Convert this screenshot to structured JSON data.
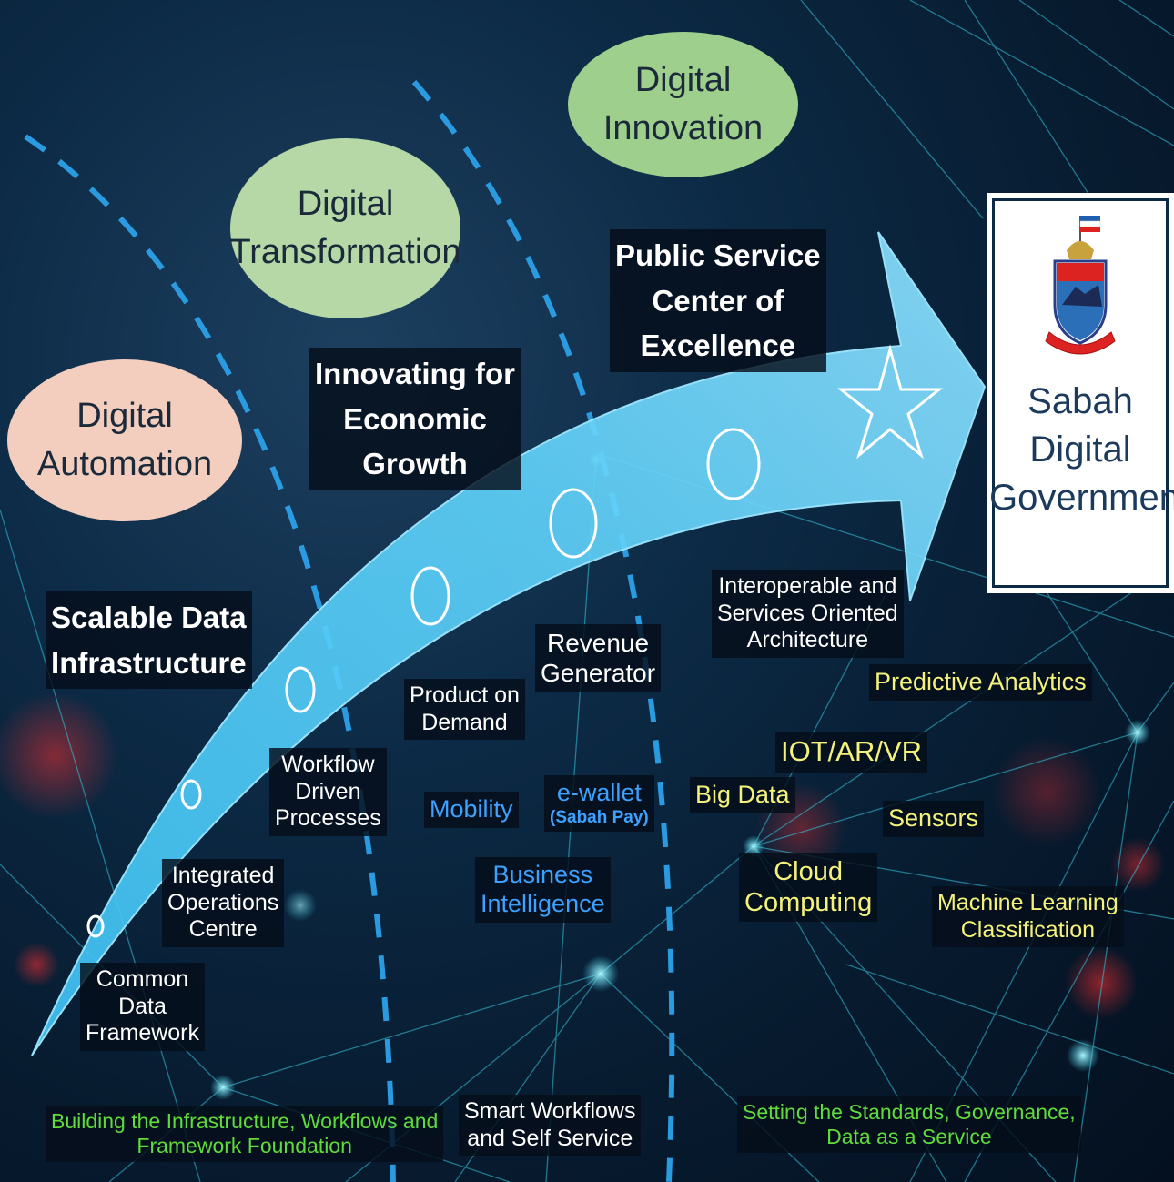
{
  "colors": {
    "arrow": "#3fc3f5",
    "arrow_light": "#8fe0ff",
    "dashed": "#2a9be0",
    "ellipse_automation": "#f3cdbd",
    "ellipse_transformation": "#b5d8a6",
    "ellipse_innovation": "#9fcf8c",
    "network_line": "#36c6dd",
    "label_yellow": "#f4f27a",
    "label_blue": "#3da1ff",
    "label_green": "#5fdc3c"
  },
  "phases": {
    "automation": "Digital\nAutomation",
    "transformation": "Digital\nTransformation",
    "innovation": "Digital\nInnovation"
  },
  "headings": {
    "scalable": "Scalable Data\nInfrastructure",
    "innovating": "Innovating for\nEconomic\nGrowth",
    "public_service": "Public Service\nCenter of\nExcellence"
  },
  "milestones": {
    "common_data": "Common\nData\nFramework",
    "integrated_ops": "Integrated\nOperations\nCentre",
    "workflow": "Workflow\nDriven\nProcesses",
    "product_demand": "Product on\nDemand",
    "revenue": "Revenue\nGenerator",
    "interoperable": "Interoperable and\nServices Oriented\nArchitecture"
  },
  "technologies": {
    "mobility": "Mobility",
    "ewallet": "e-wallet",
    "ewallet_sub": "(Sabah Pay)",
    "business_intel": "Business\nIntelligence",
    "big_data": "Big Data",
    "iot": "IOT/AR/VR",
    "predictive": "Predictive Analytics",
    "sensors": "Sensors",
    "cloud": "Cloud\nComputing",
    "ml": "Machine Learning\nClassification"
  },
  "footers": {
    "building": "Building the Infrastructure, Workflows and\nFramework Foundation",
    "smart": "Smart Workflows\nand Self Service",
    "standards": "Setting the Standards, Governance,\nData as a Service"
  },
  "logo": {
    "title": "Sabah\nDigital\nGovernment",
    "icon": "sabah-coat-of-arms-icon"
  }
}
